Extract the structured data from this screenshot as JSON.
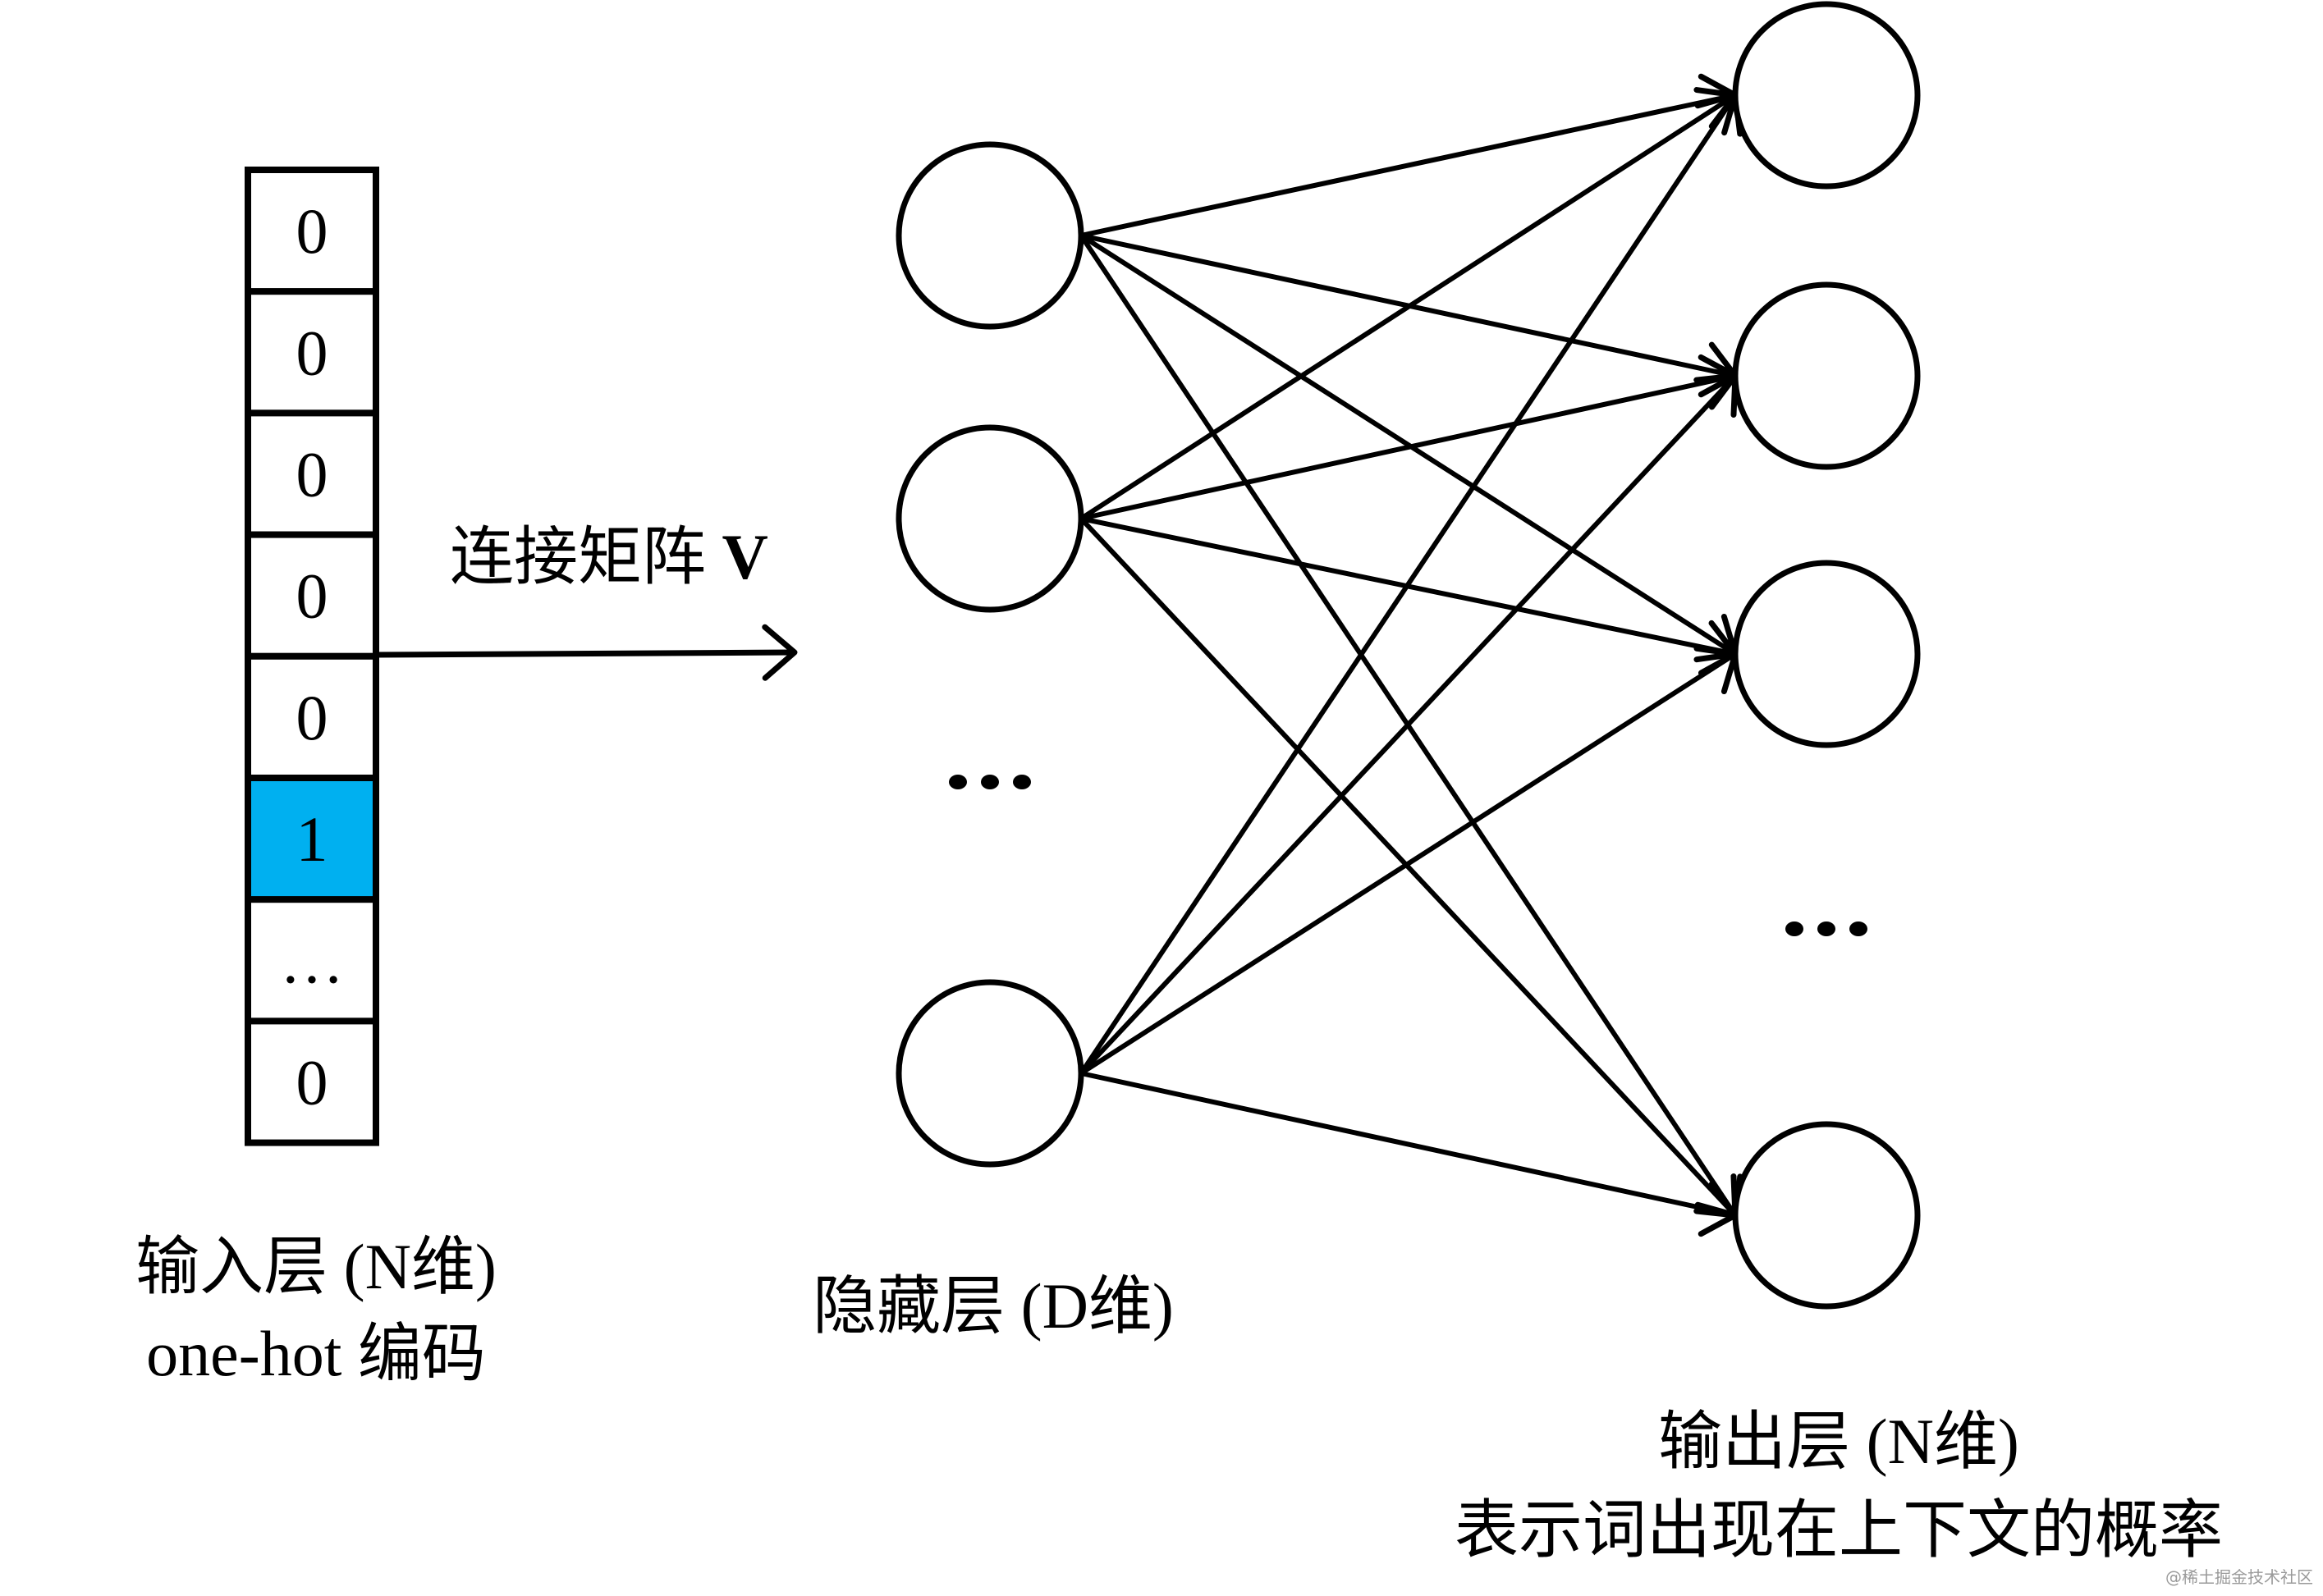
{
  "input_layer": {
    "cells": [
      "0",
      "0",
      "0",
      "0",
      "0",
      "1",
      "…",
      "0"
    ],
    "highlight_index": 5,
    "highlight_color": "#00B0F0",
    "label_line1": "输入层 (N维)",
    "label_line2": "one-hot 编码"
  },
  "connection": {
    "label_text": "连接矩阵",
    "label_symbol": "V"
  },
  "hidden_layer": {
    "node_count_shown": 3,
    "ellipsis": "•••",
    "label": "隐藏层 (D维)"
  },
  "output_layer": {
    "node_count_shown": 4,
    "ellipsis": "•••",
    "label_line1": "输出层 (N维)",
    "label_line2": "表示词出现在上下文的概率"
  },
  "watermark": "@稀土掘金技术社区",
  "colors": {
    "stroke": "#000000",
    "background": "#FFFFFF"
  }
}
